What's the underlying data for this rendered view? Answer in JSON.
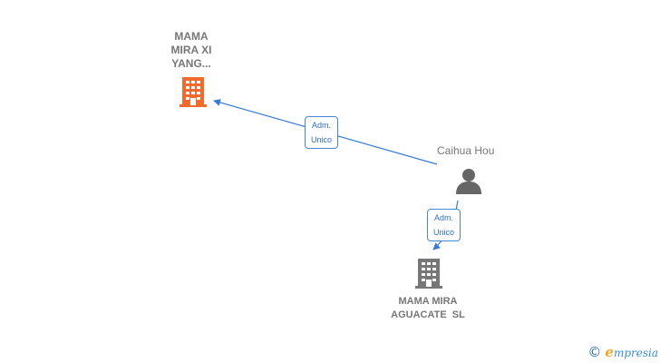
{
  "nodes": {
    "company_top": {
      "label_lines": [
        "MAMA",
        "MIRA XI",
        "YANG..."
      ],
      "color": "#f26a2e",
      "icon": "building-icon"
    },
    "person": {
      "label": "Caihua Hou",
      "color": "#666666",
      "icon": "person-icon"
    },
    "company_bottom": {
      "label_lines": [
        "MAMA MIRA",
        "AGUACATE  SL"
      ],
      "color": "#777777",
      "icon": "building-icon"
    }
  },
  "edges": [
    {
      "from": "person",
      "to": "company_top",
      "label_lines": [
        "Adm.",
        "Unico"
      ]
    },
    {
      "from": "person",
      "to": "company_bottom",
      "label_lines": [
        "Adm.",
        "Unico"
      ]
    }
  ],
  "colors": {
    "edge": "#3a7bd5"
  },
  "watermark": {
    "symbol": "©",
    "brand_initial": "e",
    "brand_rest": "mpresia"
  }
}
